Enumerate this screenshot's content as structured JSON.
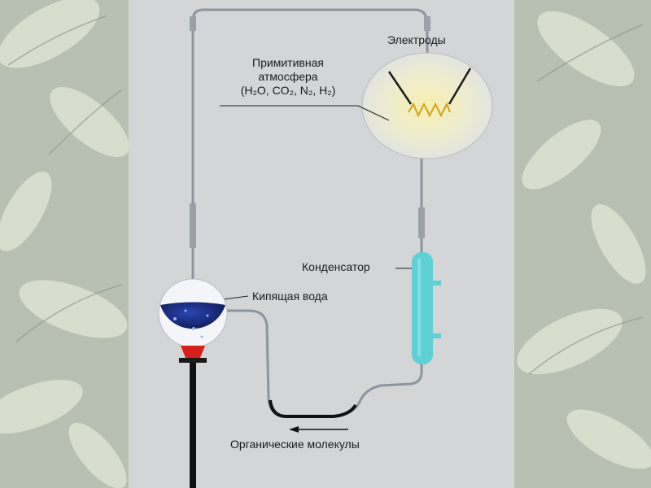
{
  "labels": {
    "electrodes": "Электроды",
    "atmosphere_line1": "Примитивная",
    "atmosphere_line2": "атмосфера",
    "atmosphere_line3": "(H₂O, CO₂, N₂, H₂)",
    "condenser": "Конденсатор",
    "boiling_water": "Кипящая вода",
    "organic_molecules": "Органические молекулы"
  },
  "colors": {
    "outer_background": "#b9c2b4",
    "panel": "#d4d5d7",
    "tube": "#8d959f",
    "water": "#1c2f86",
    "flame": "#d8201a",
    "condenser": "#5fd0d6",
    "spark": "#d4a21a",
    "sample": "#111111"
  }
}
